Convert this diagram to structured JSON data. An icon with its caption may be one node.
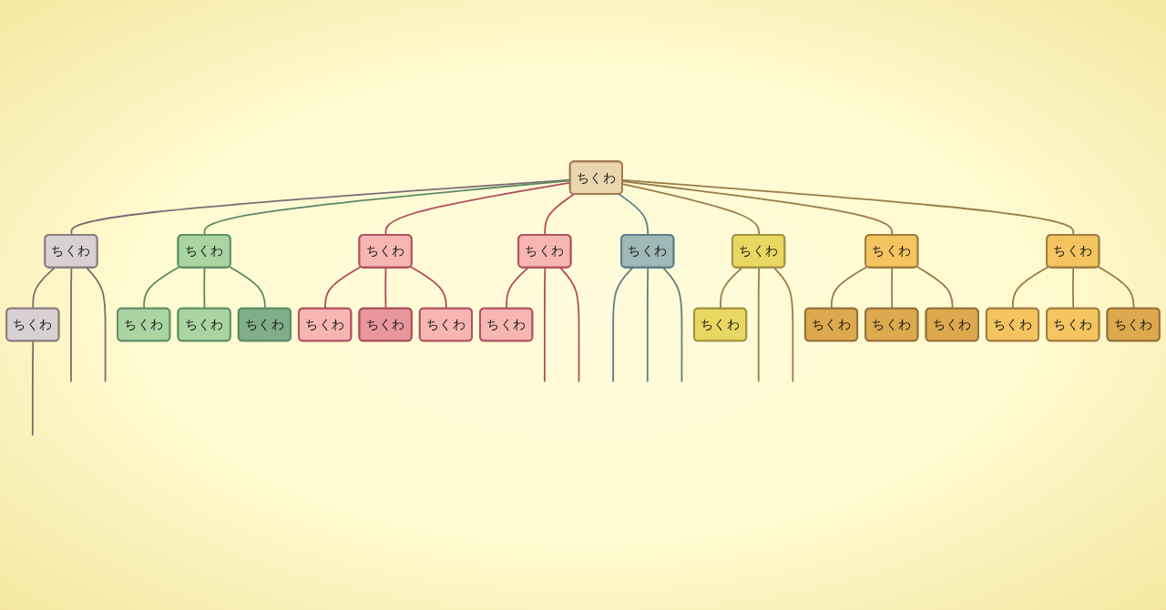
{
  "diagram": {
    "nodes": [
      {
        "text": [
          "ちくわ"
        ]
      },
      {
        "text": [
          "ちくわ"
        ]
      },
      {
        "text": [
          "ちくわ"
        ]
      },
      {
        "text": [
          "ちくわ"
        ]
      },
      {
        "text": [
          "ちくわ"
        ]
      },
      {
        "text": [
          "ちくわ"
        ]
      },
      {
        "text": [
          "ちくわ"
        ]
      },
      {
        "text": [
          "ちくわ"
        ]
      },
      {
        "text": [
          "ちくわ"
        ]
      },
      {
        "text": [
          "ちくわ"
        ]
      },
      {
        "text": [
          "ちくわ"
        ]
      },
      {
        "text": [
          "ちくわ"
        ]
      },
      {
        "text": [
          "ちくわ"
        ]
      },
      {
        "text": [
          "ちくわ"
        ]
      },
      {
        "text": [
          "ちくわ"
        ]
      },
      {
        "text": [
          "ちくわ"
        ]
      },
      {
        "text": [
          "ちくわ"
        ]
      },
      {
        "text": [
          "ちくわ"
        ]
      },
      {
        "text": [
          "ちくわ"
        ]
      },
      {
        "text": [
          "ちくわ"
        ]
      },
      {
        "text": [
          "ちくわ"
        ]
      },
      {
        "text": [
          "ちくわ"
        ]
      },
      {
        "text": [
          "ちくわ"
        ]
      },
      {
        "text": [
          "ちくわ"
        ]
      }
    ],
    "edges": [
      {
        "from": 0,
        "to": 1,
        "arrow": "none",
        "color": "#7d6b73"
      },
      {
        "from": 1,
        "to": 2,
        "arrow": "none",
        "color": "#7d6b73"
      },
      {
        "from": 1,
        "to": null,
        "arrow": "none",
        "color": "#7d6b73"
      },
      {
        "from": 1,
        "to": null,
        "arrow": "none",
        "color": "#7d6b73"
      },
      {
        "from": 2,
        "to": null,
        "arrow": "none",
        "color": "#7d6b73"
      },
      {
        "from": 0,
        "to": 3,
        "arrow": "none",
        "color": "#5b8a66"
      },
      {
        "from": 3,
        "to": 4,
        "arrow": "none",
        "color": "#5b8a66"
      },
      {
        "from": 3,
        "to": 5,
        "arrow": "none",
        "color": "#5b8a66"
      },
      {
        "from": 3,
        "to": 6,
        "arrow": "none",
        "color": "#5b8a66"
      },
      {
        "from": 0,
        "to": 7,
        "arrow": "none",
        "color": "#b34a5c"
      },
      {
        "from": 7,
        "to": 8,
        "arrow": "none",
        "color": "#b34a5c"
      },
      {
        "from": 7,
        "to": 9,
        "arrow": "none",
        "color": "#b34a5c"
      },
      {
        "from": 7,
        "to": 10,
        "arrow": "none",
        "color": "#b34a5c"
      },
      {
        "from": 0,
        "to": 11,
        "arrow": "none",
        "color": "#b34a5c"
      },
      {
        "from": 11,
        "to": 12,
        "arrow": "none",
        "color": "#b34a5c"
      },
      {
        "from": 11,
        "to": null,
        "arrow": "none",
        "color": "#b34a5c"
      },
      {
        "from": 11,
        "to": null,
        "arrow": "none",
        "color": "#b34a5c"
      },
      {
        "from": 0,
        "to": 13,
        "arrow": "none",
        "color": "#5b7f85"
      },
      {
        "from": 13,
        "to": null,
        "arrow": "none",
        "color": "#5b7f85"
      },
      {
        "from": 13,
        "to": null,
        "arrow": "none",
        "color": "#5b7f85"
      },
      {
        "from": 13,
        "to": null,
        "arrow": "none",
        "color": "#5b7f85"
      },
      {
        "from": 0,
        "to": 14,
        "arrow": "none"
      },
      {
        "from": 14,
        "to": 15,
        "arrow": "none"
      },
      {
        "from": 14,
        "to": null,
        "arrow": "none"
      },
      {
        "from": 14,
        "to": null,
        "arrow": "none"
      },
      {
        "from": 0,
        "to": 16,
        "arrow": "none"
      },
      {
        "from": 16,
        "to": 17,
        "arrow": "none"
      },
      {
        "from": 16,
        "to": 18,
        "arrow": "none"
      },
      {
        "from": 16,
        "to": 19,
        "arrow": "none"
      },
      {
        "from": 0,
        "to": 20,
        "arrow": "none"
      },
      {
        "from": 20,
        "to": 21,
        "arrow": "none"
      },
      {
        "from": 20,
        "to": 22,
        "arrow": "none"
      },
      {
        "from": 20,
        "to": 23,
        "arrow": "none"
      }
    ]
  }
}
